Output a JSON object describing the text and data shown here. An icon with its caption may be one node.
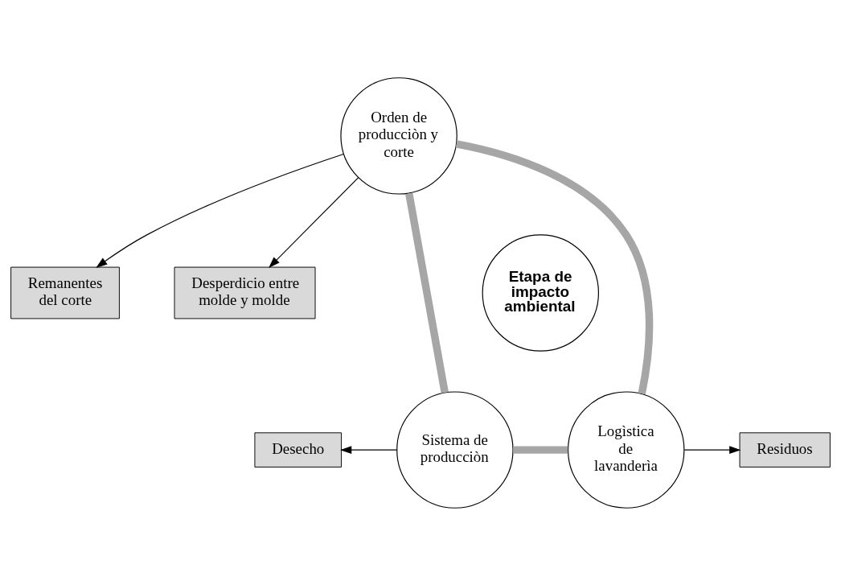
{
  "diagram": {
    "nodes": [
      {
        "text": [
          "Orden de producciòn y corte"
        ]
      },
      {
        "text": [
          "Remanentes del corte"
        ]
      },
      {
        "text": [
          "Desperdicio entre molde y molde"
        ]
      },
      {
        "text": [
          "Etapa de impacto ambiental"
        ]
      },
      {
        "text": [
          "Sistema de producciòn"
        ]
      },
      {
        "text": [
          "Desecho"
        ]
      },
      {
        "text": [
          "Logìstica de lavanderìa"
        ]
      },
      {
        "text": [
          "Residuos"
        ]
      }
    ],
    "edges": [
      {
        "from": 0,
        "to": 1,
        "arrow": "to"
      },
      {
        "from": 0,
        "to": 2,
        "arrow": "to"
      },
      {
        "from": 4,
        "to": 5,
        "arrow": "to"
      },
      {
        "from": 6,
        "to": 7,
        "arrow": "to"
      },
      {
        "from": 0,
        "to": 4,
        "arrow": "none",
        "style": "thick",
        "color": "#a6a6a6"
      },
      {
        "from": 0,
        "to": 6,
        "arrow": "none",
        "style": "thick",
        "color": "#a6a6a6"
      },
      {
        "from": 4,
        "to": 6,
        "arrow": "none",
        "style": "thick",
        "color": "#a6a6a6"
      }
    ]
  }
}
